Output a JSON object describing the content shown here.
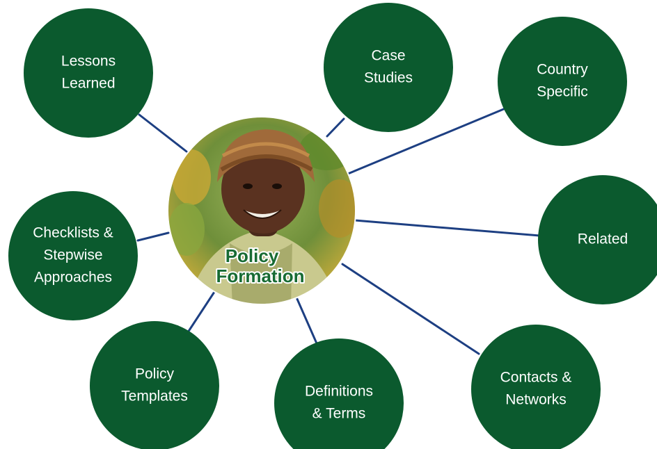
{
  "center": {
    "title_line1": "Policy",
    "title_line2": "Formation",
    "photo": "smiling-woman-in-knit-hat-photo"
  },
  "nodes": [
    {
      "id": "lessons-learned",
      "lines": [
        "Lessons",
        "Learned"
      ]
    },
    {
      "id": "case-studies",
      "lines": [
        "Case",
        "Studies"
      ]
    },
    {
      "id": "country-specific",
      "lines": [
        "Country",
        "Specific"
      ]
    },
    {
      "id": "related",
      "lines": [
        "Related"
      ]
    },
    {
      "id": "contacts-networks",
      "lines": [
        "Contacts &",
        "Networks"
      ]
    },
    {
      "id": "definitions-terms",
      "lines": [
        "Definitions",
        "& Terms"
      ]
    },
    {
      "id": "policy-templates",
      "lines": [
        "Policy",
        "Templates"
      ]
    },
    {
      "id": "checklists-stepwise",
      "lines": [
        "Checklists &",
        "Stepwise",
        "Approaches"
      ]
    }
  ],
  "colors": {
    "node_fill": "#0b5a2e",
    "connector": "#1d3f82",
    "center_title": "#176b33"
  }
}
